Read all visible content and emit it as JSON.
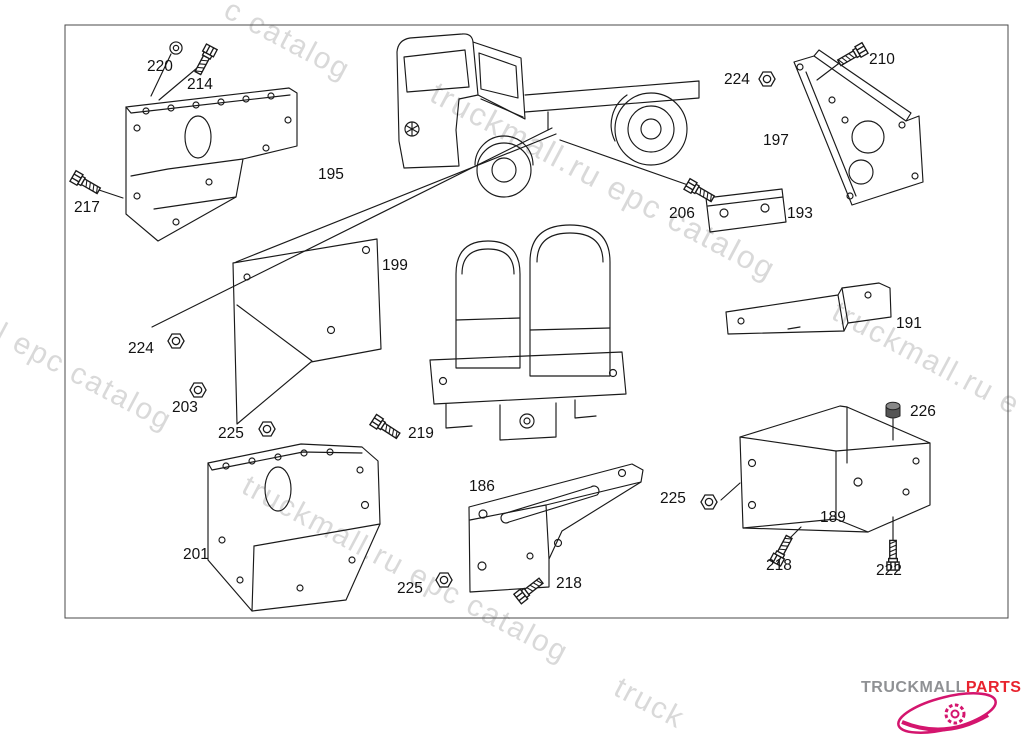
{
  "labels": [
    {
      "part": "220"
    },
    {
      "part": "214"
    },
    {
      "part": "195"
    },
    {
      "part": "217"
    },
    {
      "part": "199"
    },
    {
      "part": "224"
    },
    {
      "part": "203"
    },
    {
      "part": "225"
    },
    {
      "part": "219"
    },
    {
      "part": "201"
    },
    {
      "part": "186"
    },
    {
      "part": "225"
    },
    {
      "part": "218"
    },
    {
      "part": "206"
    },
    {
      "part": "193"
    },
    {
      "part": "224"
    },
    {
      "part": "210"
    },
    {
      "part": "197"
    },
    {
      "part": "191"
    },
    {
      "part": "226"
    },
    {
      "part": "225"
    },
    {
      "part": "189"
    },
    {
      "part": "218"
    },
    {
      "part": "222"
    }
  ],
  "watermarks": [
    "c catalog",
    "truckmall.ru epc catalog",
    "l epc catalog",
    "truckmall.ru epc catalog",
    "truckmall.ru e",
    "truck"
  ],
  "logo": {
    "name": "TRUCKMALL",
    "suffix": "PARTS",
    "name_color": "#8f9194",
    "suffix_color": "#e8232e",
    "swoosh_color": "#d4156e"
  }
}
